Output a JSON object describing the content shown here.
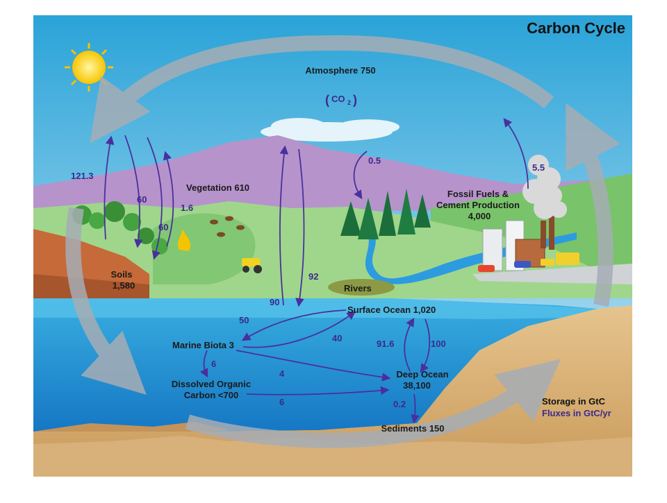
{
  "title": "Carbon Cycle",
  "labels": {
    "atmosphere": "Atmosphere 750",
    "co2_main": "CO",
    "co2_sub": "2",
    "vegetation": "Vegetation 610",
    "soils_line1": "Soils",
    "soils_line2": "1,580",
    "fossil_line1": "Fossil Fuels &",
    "fossil_line2": "Cement Production",
    "fossil_line3": "4,000",
    "rivers": "Rivers",
    "surface_ocean": "Surface Ocean 1,020",
    "marine_biota": "Marine Biota 3",
    "deep_ocean_line1": "Deep Ocean",
    "deep_ocean_line2": "38,100",
    "doc_line1": "Dissolved Organic",
    "doc_line2": "Carbon <700",
    "sediments": "Sediments 150"
  },
  "fluxes": {
    "f_121_3": "121.3",
    "f_60a": "60",
    "f_60b": "60",
    "f_1_6": "1.6",
    "f_92": "92",
    "f_90": "90",
    "f_0_5": "0.5",
    "f_5_5": "5.5",
    "f_50": "50",
    "f_40": "40",
    "f_91_6": "91.6",
    "f_100": "100",
    "f_6a": "6",
    "f_4": "4",
    "f_6b": "6",
    "f_0_2": "0.2"
  },
  "legend": {
    "storage": "Storage in GtC",
    "fluxes": "Fluxes in GtC/yr"
  },
  "colors": {
    "sky_top": "#2aa3d8",
    "sky_bottom": "#cfeaf6",
    "ocean": "#1b8fd6",
    "land_green": "#8ccf7a",
    "mountain": "#b48fc8",
    "flux_arrow": "#4a2f9e",
    "cycle_arrow": "#9aa3ad",
    "seabed": "#d9b27a"
  }
}
